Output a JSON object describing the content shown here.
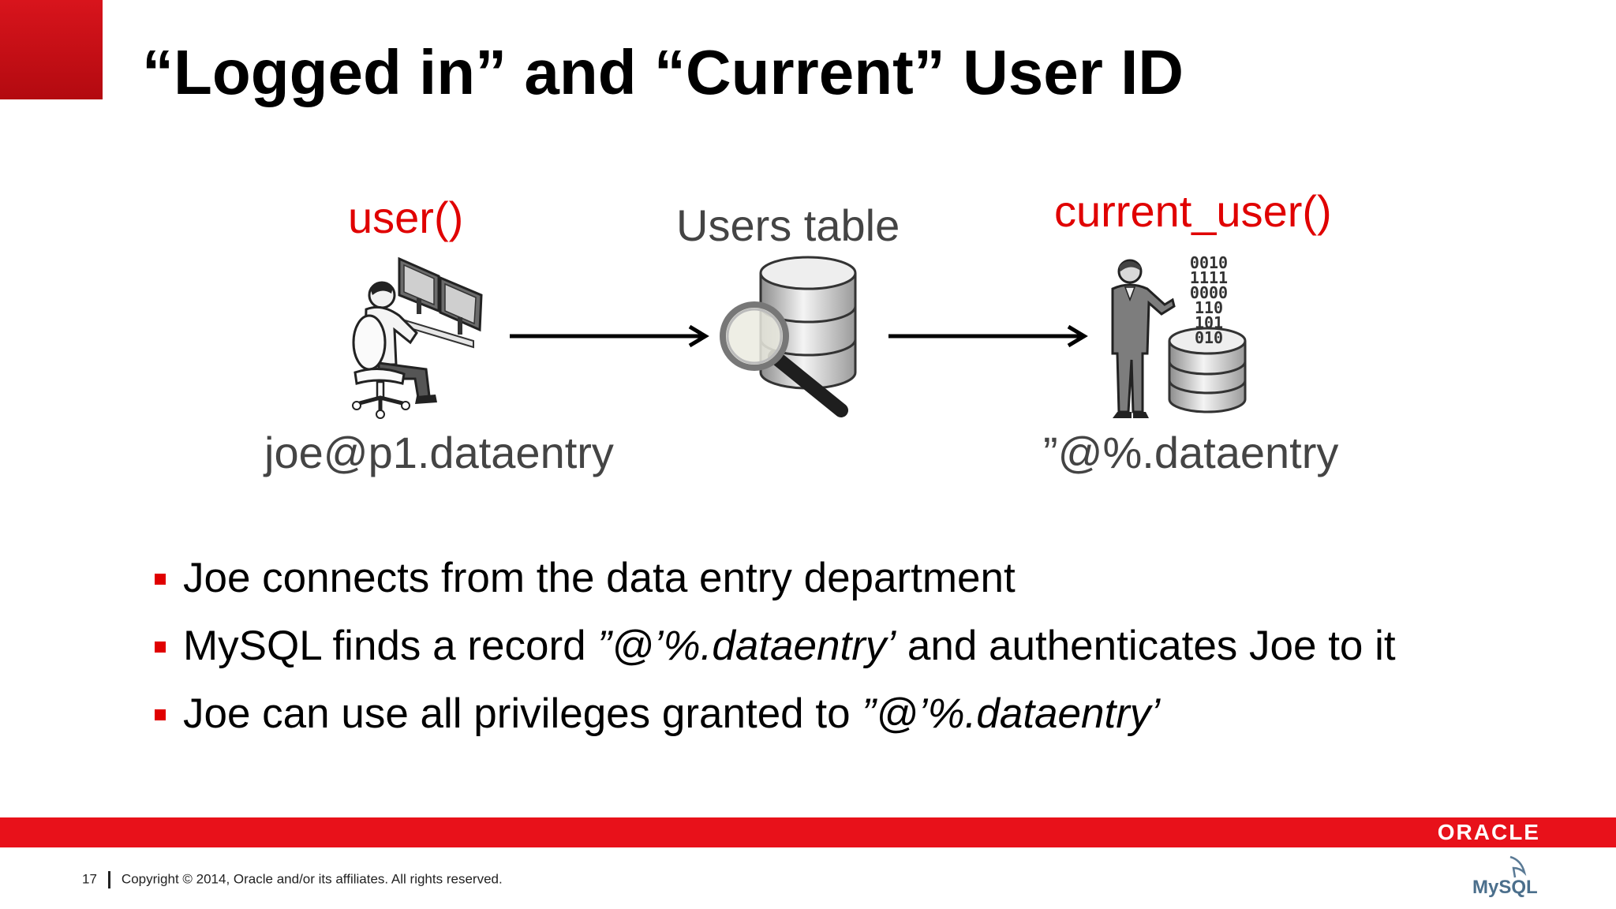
{
  "slide": {
    "title": "“Logged in” and “Current” User ID"
  },
  "diagram": {
    "left": {
      "function_label": "user()",
      "account": "joe@p1.dataentry",
      "icon": "computer-user-icon"
    },
    "middle": {
      "label": "Users table",
      "icon": "database-search-icon"
    },
    "right": {
      "function_label": "current_user()",
      "account": "”@%.dataentry",
      "icon": "businessman-database-icon"
    },
    "binary_digits": [
      "0010",
      "1111",
      "0000",
      "110",
      "101",
      "010"
    ]
  },
  "bullets": [
    {
      "text": "Joe connects from the data entry department"
    },
    {
      "before": "MySQL finds a record ",
      "emph": "”@’%.dataentry’",
      "after": " and authenticates Joe to it"
    },
    {
      "before": "Joe can use all privileges granted to ",
      "emph": "”@’%.dataentry’",
      "after": ""
    }
  ],
  "footer": {
    "page_number": "17",
    "copyright": "Copyright © 2014, Oracle and/or its affiliates. All rights reserved.",
    "oracle_logo": "ORACLE",
    "mysql_logo": "MySQL"
  },
  "colors": {
    "accent_red": "#e8111a",
    "label_red": "#e00000",
    "label_gray": "#444444"
  }
}
